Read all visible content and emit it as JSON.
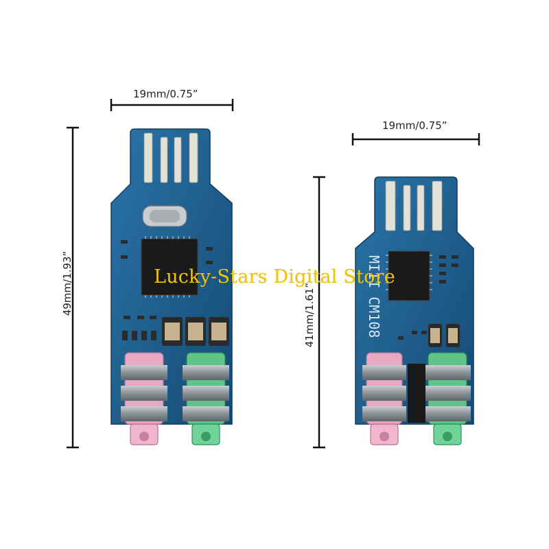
{
  "left_board": {
    "width_label": "19mm/0.75”",
    "height_label": "49mm/1.93”"
  },
  "right_board": {
    "width_label": "19mm/0.75”",
    "height_label": "41mm/1.61”",
    "silkscreen_text": "MIII CM108"
  },
  "watermark": {
    "text": "Lucky-Stars Digital Store"
  },
  "colors": {
    "pcb": "#1d5d8e",
    "pcb_dark": "#154a73",
    "gold": "#d8d8c8",
    "mic_jack": "#e6a3c0",
    "out_jack": "#5cc486",
    "metal": "#8f959a"
  }
}
